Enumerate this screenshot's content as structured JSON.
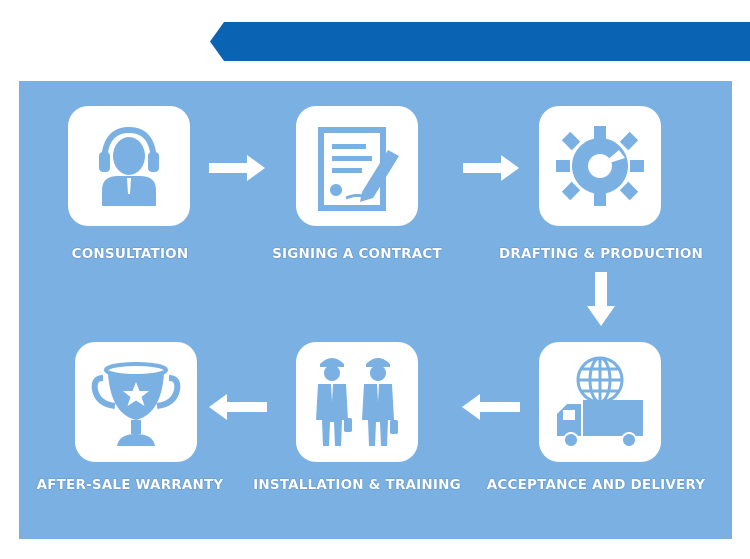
{
  "steps": [
    {
      "label": "CONSULTATION",
      "icon": "headset-operator-icon"
    },
    {
      "label": "SIGNING A CONTRACT",
      "icon": "contract-sign-icon"
    },
    {
      "label": "DRAFTING & PRODUCTION",
      "icon": "gear-icon"
    },
    {
      "label": "ACCEPTANCE AND DELIVERY",
      "icon": "globe-truck-icon"
    },
    {
      "label": "INSTALLATION & TRAINING",
      "icon": "workers-icon"
    },
    {
      "label": "AFTER-SALE WARRANTY",
      "icon": "trophy-icon"
    }
  ],
  "colors": {
    "banner": "#0b63b4",
    "panel": "#7ab0e2",
    "icon": "#7ab0e2",
    "tile": "#ffffff"
  }
}
